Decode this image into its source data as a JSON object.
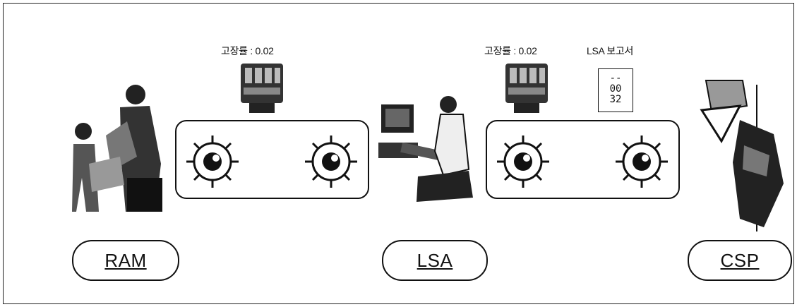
{
  "labels": {
    "failure_rate_1": "고장률 : 0.02",
    "failure_rate_2": "고장률 : 0.02",
    "report": "LSA 보고서"
  },
  "document": {
    "line1": "--",
    "line2": "00",
    "line3": "32"
  },
  "stages": {
    "ram": "RAM",
    "lsa": "LSA",
    "csp": "CSP"
  },
  "icons": {
    "engine": "engine-icon",
    "gear": "gear-icon",
    "technicians": "technicians-image",
    "computer_operator": "computer-operator-image",
    "aircraft_maintenance": "maintenance-image"
  }
}
